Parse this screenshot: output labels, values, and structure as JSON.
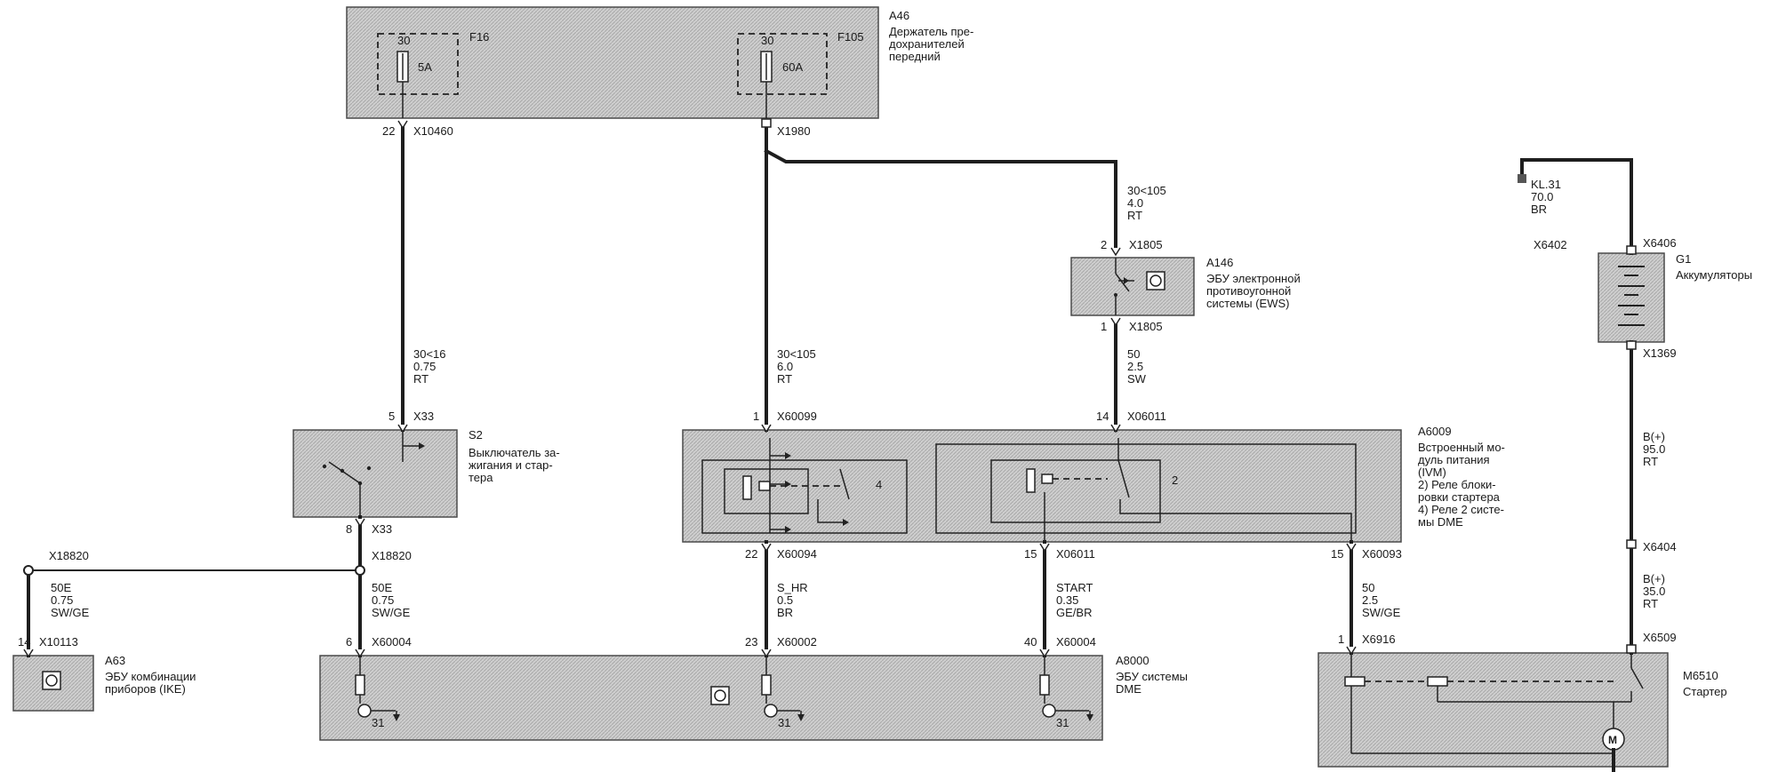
{
  "components": {
    "a46": {
      "id": "A46",
      "desc": [
        "Держатель пре-",
        "дохранителей",
        "передний"
      ]
    },
    "a146": {
      "id": "A146",
      "desc": [
        "ЭБУ электронной",
        "противоугонной",
        "системы (EWS)"
      ]
    },
    "g1": {
      "id": "G1",
      "desc": [
        "Аккумуляторы"
      ]
    },
    "s2": {
      "id": "S2",
      "desc": [
        "Выключатель за-",
        "жигания и стар-",
        "тера"
      ]
    },
    "a6009": {
      "id": "A6009",
      "desc": [
        "Встроенный мо-",
        "дуль питания",
        "(IVM)",
        "2) Реле блоки-",
        "ровки стартера",
        "4) Реле 2 систе-",
        "мы DME"
      ]
    },
    "a63": {
      "id": "A63",
      "desc": [
        "ЭБУ комбинации",
        "приборов (IKE)"
      ]
    },
    "a8000": {
      "id": "A8000",
      "desc": [
        "ЭБУ системы",
        "DME"
      ]
    },
    "m6510": {
      "id": "M6510",
      "desc": [
        "Стартер"
      ]
    }
  },
  "fuses": {
    "f16": {
      "id": "F16",
      "term": "30",
      "rating": "5A"
    },
    "f105": {
      "id": "F105",
      "term": "30",
      "rating": "60A"
    }
  },
  "relays": {
    "r4": "4",
    "r2": "2"
  },
  "ground": "31",
  "connectors": {
    "x10460": {
      "pin": "22",
      "name": "X10460"
    },
    "x1980": {
      "pin": "",
      "name": "X1980"
    },
    "x1805a": {
      "pin": "2",
      "name": "X1805"
    },
    "x1805b": {
      "pin": "1",
      "name": "X1805"
    },
    "x6402": {
      "pin": "",
      "name": "X6402"
    },
    "x6406": {
      "pin": "",
      "name": "X6406"
    },
    "x1369": {
      "pin": "",
      "name": "X1369"
    },
    "x33a": {
      "pin": "5",
      "name": "X33"
    },
    "x33b": {
      "pin": "8",
      "name": "X33"
    },
    "x60099": {
      "pin": "1",
      "name": "X60099"
    },
    "x06011a": {
      "pin": "14",
      "name": "X06011"
    },
    "x60094": {
      "pin": "22",
      "name": "X60094"
    },
    "x06011b": {
      "pin": "15",
      "name": "X06011"
    },
    "x60093": {
      "pin": "15",
      "name": "X60093"
    },
    "x18820a": {
      "pin": "",
      "name": "X18820"
    },
    "x18820b": {
      "pin": "",
      "name": "X18820"
    },
    "x10113": {
      "pin": "14",
      "name": "X10113"
    },
    "x60004a": {
      "pin": "6",
      "name": "X60004"
    },
    "x60002": {
      "pin": "23",
      "name": "X60002"
    },
    "x60004b": {
      "pin": "40",
      "name": "X60004"
    },
    "x6916": {
      "pin": "1",
      "name": "X6916"
    },
    "x6404": {
      "pin": "",
      "name": "X6404"
    },
    "x6509": {
      "pin": "",
      "name": "X6509"
    }
  },
  "wires": {
    "w_30_16": [
      "30<16",
      "0.75",
      "RT"
    ],
    "w_30_105a": [
      "30<105",
      "6.0",
      "RT"
    ],
    "w_30_105b": [
      "30<105",
      "4.0",
      "RT"
    ],
    "w_50_sw": [
      "50",
      "2.5",
      "SW"
    ],
    "w_kl31": [
      "KL.31",
      "70.0",
      "BR"
    ],
    "w_bplus95": [
      "B(+)",
      "95.0",
      "RT"
    ],
    "w_bplus35": [
      "B(+)",
      "35.0",
      "RT"
    ],
    "w_50e_left": [
      "50E",
      "0.75",
      "SW/GE"
    ],
    "w_50e_mid": [
      "50E",
      "0.75",
      "SW/GE"
    ],
    "w_s_hr": [
      "S_HR",
      "0.5",
      "BR"
    ],
    "w_start": [
      "START",
      "0.35",
      "GE/BR"
    ],
    "w_50_swge": [
      "50",
      "2.5",
      "SW/GE"
    ]
  }
}
